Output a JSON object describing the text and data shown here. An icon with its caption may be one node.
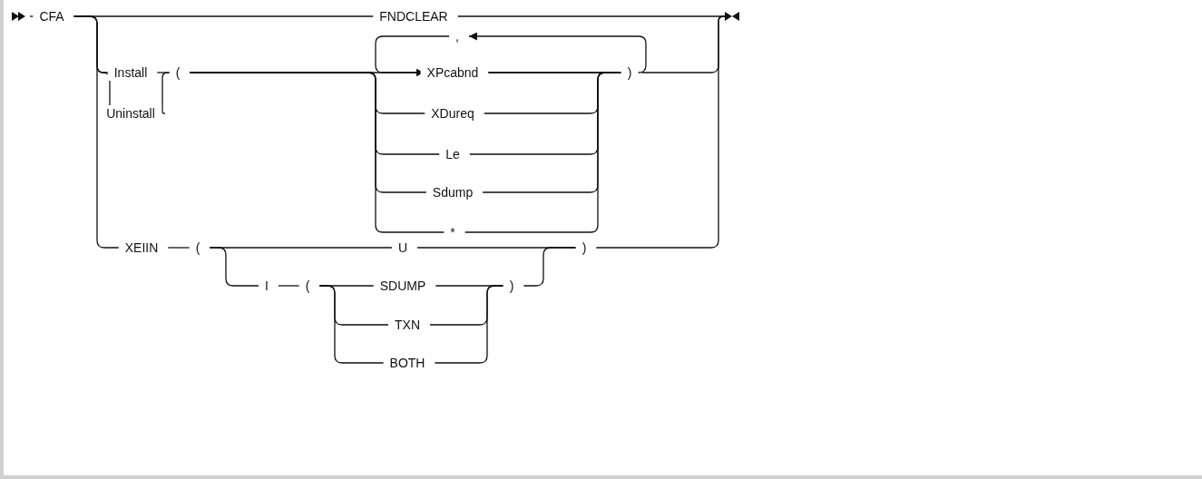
{
  "diagram": {
    "nodes": [
      {
        "text": [],
        "shape": "arrowhead"
      },
      {
        "text": [
          "CFA"
        ]
      },
      {
        "text": [
          "FNDCLEAR"
        ]
      },
      {
        "text": [
          "Install"
        ]
      },
      {
        "text": [
          "Uninstall"
        ]
      },
      {
        "text": [
          "("
        ]
      },
      {
        "text": [
          ","
        ]
      },
      {
        "text": [
          "XPcabnd"
        ]
      },
      {
        "text": [
          "XDureq"
        ]
      },
      {
        "text": [
          "Le"
        ]
      },
      {
        "text": [
          "Sdump"
        ]
      },
      {
        "text": [
          "*"
        ]
      },
      {
        "text": [
          ")"
        ]
      },
      {
        "text": [
          "XEIIN"
        ]
      },
      {
        "text": [
          "("
        ]
      },
      {
        "text": [
          "U"
        ]
      },
      {
        "text": [
          "I"
        ]
      },
      {
        "text": [
          "("
        ]
      },
      {
        "text": [
          "SDUMP"
        ]
      },
      {
        "text": [
          "TXN"
        ]
      },
      {
        "text": [
          "BOTH"
        ]
      },
      {
        "text": [
          ")"
        ]
      },
      {
        "text": [
          ")"
        ]
      },
      {
        "text": [],
        "shape": "bowtie"
      }
    ],
    "edges": [
      {
        "from": 0,
        "to": 1,
        "arrow": "none"
      },
      {
        "from": 1,
        "to": 2,
        "arrow": "none"
      },
      {
        "from": 1,
        "to": 3,
        "arrow": "none"
      },
      {
        "from": 1,
        "to": 4,
        "arrow": "none"
      },
      {
        "from": 1,
        "to": 13,
        "arrow": "none"
      },
      {
        "from": 2,
        "to": 23,
        "arrow": "none"
      },
      {
        "from": 3,
        "to": 5,
        "arrow": "none"
      },
      {
        "from": 4,
        "to": 5,
        "arrow": "none"
      },
      {
        "from": 5,
        "to": 7,
        "arrow": "none"
      },
      {
        "from": 5,
        "to": 8,
        "arrow": "none"
      },
      {
        "from": 5,
        "to": 9,
        "arrow": "none"
      },
      {
        "from": 5,
        "to": 10,
        "arrow": "none"
      },
      {
        "from": 5,
        "to": 11,
        "arrow": "none"
      },
      {
        "from": 7,
        "to": 12,
        "arrow": "none"
      },
      {
        "from": 8,
        "to": 12,
        "arrow": "none"
      },
      {
        "from": 9,
        "to": 12,
        "arrow": "none"
      },
      {
        "from": 10,
        "to": 12,
        "arrow": "none"
      },
      {
        "from": 11,
        "to": 12,
        "arrow": "none"
      },
      {
        "from": 12,
        "to": 23,
        "arrow": "none"
      },
      {
        "from": 7,
        "to": 6,
        "arrow": "to"
      },
      {
        "from": 6,
        "to": 7,
        "arrow": "to"
      },
      {
        "from": 13,
        "to": 14,
        "arrow": "none"
      },
      {
        "from": 14,
        "to": 15,
        "arrow": "none"
      },
      {
        "from": 14,
        "to": 16,
        "arrow": "none"
      },
      {
        "from": 16,
        "to": 17,
        "arrow": "none"
      },
      {
        "from": 17,
        "to": 18,
        "arrow": "none"
      },
      {
        "from": 17,
        "to": 19,
        "arrow": "none"
      },
      {
        "from": 17,
        "to": 20,
        "arrow": "none"
      },
      {
        "from": 18,
        "to": 21,
        "arrow": "none"
      },
      {
        "from": 19,
        "to": 21,
        "arrow": "none"
      },
      {
        "from": 20,
        "to": 21,
        "arrow": "none"
      },
      {
        "from": 15,
        "to": 22,
        "arrow": "none"
      },
      {
        "from": 21,
        "to": 22,
        "arrow": "none"
      },
      {
        "from": 22,
        "to": 23,
        "arrow": "none"
      }
    ]
  }
}
